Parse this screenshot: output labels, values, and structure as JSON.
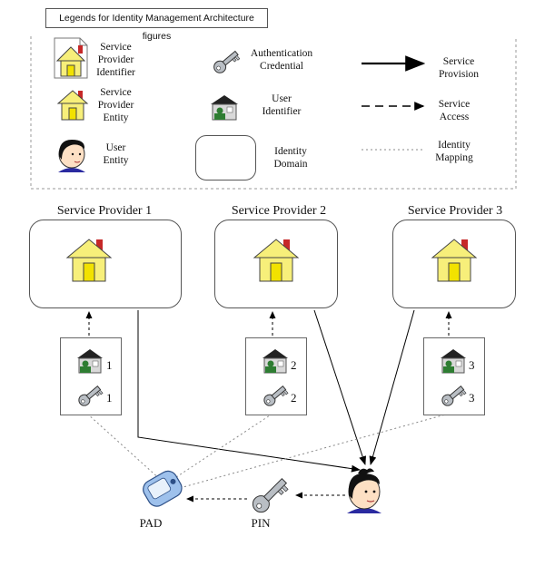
{
  "legend": {
    "title": "Legends for Identity Management Architecture figures",
    "items": {
      "sp_identifier": "Service\nProvider\nIdentifier",
      "sp_entity": "Service\nProvider\nEntity",
      "user_entity": "User\nEntity",
      "auth_credential": "Authentication\nCredential",
      "user_identifier": "User\nIdentifier",
      "identity_domain": "Identity\nDomain",
      "service_provision": "Service\nProvision",
      "service_access": "Service\nAccess",
      "identity_mapping": "Identity\nMapping"
    }
  },
  "providers": [
    {
      "title": "Service Provider 1",
      "id_num": "1",
      "cred_num": "1"
    },
    {
      "title": "Service Provider 2",
      "id_num": "2",
      "cred_num": "2"
    },
    {
      "title": "Service Provider 3",
      "id_num": "3",
      "cred_num": "3"
    }
  ],
  "devices": {
    "pad_label": "PAD",
    "pin_label": "PIN"
  }
}
